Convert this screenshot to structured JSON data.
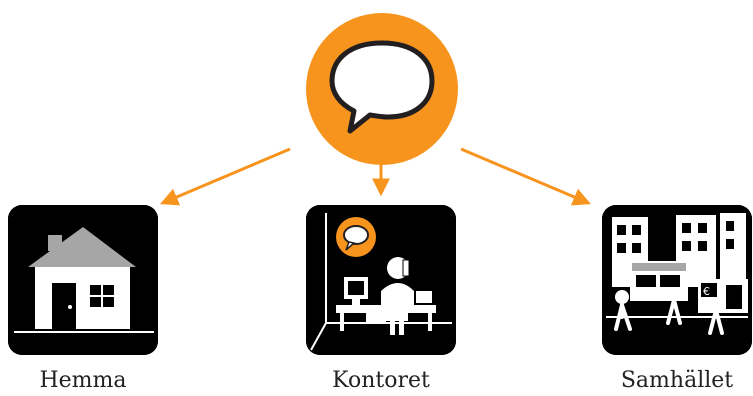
{
  "colors": {
    "accent": "#F7941D",
    "tile_bg": "#000000",
    "caption_text": "#222222",
    "roof": "#a6a6a6"
  },
  "center": {
    "icon": "speech-bubble-icon"
  },
  "nodes": [
    {
      "id": "home",
      "label": "Hemma",
      "icon": "house-icon"
    },
    {
      "id": "office",
      "label": "Kontoret",
      "icon": "office-worker-icon"
    },
    {
      "id": "society",
      "label": "Samhället",
      "icon": "city-street-icon"
    }
  ]
}
